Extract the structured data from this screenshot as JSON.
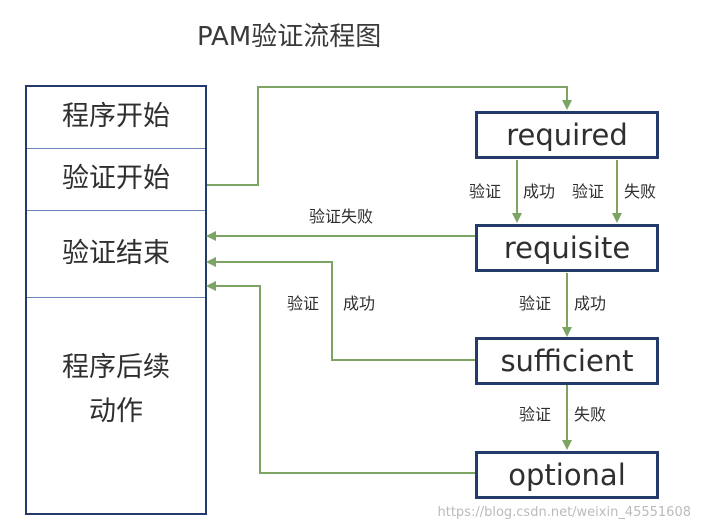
{
  "title": "PAM验证流程图",
  "left_panel": {
    "program_start": "程序开始",
    "auth_start": "验证开始",
    "auth_end": "验证结束",
    "post_actions_line1": "程序后续",
    "post_actions_line2": "动作"
  },
  "nodes": {
    "required": "required",
    "requisite": "requisite",
    "sufficient": "sufficient",
    "optional": "optional"
  },
  "edge_labels": {
    "required_success_verify": "验证",
    "required_success_result": "成功",
    "required_fail_verify": "验证",
    "required_fail_result": "失败",
    "requisite_fail_to_end": "验证失败",
    "requisite_success_verify": "验证",
    "requisite_success_result": "成功",
    "sufficient_success_verify": "验证",
    "sufficient_success_result": "成功",
    "sufficient_fail_verify": "验证",
    "sufficient_fail_result": "失败"
  },
  "colors": {
    "border": "#233a6b",
    "arrow": "#7da365",
    "divider": "#6d84b8",
    "text": "#2f2f2f"
  },
  "watermark": "https://blog.csdn.net/weixin_45551608"
}
